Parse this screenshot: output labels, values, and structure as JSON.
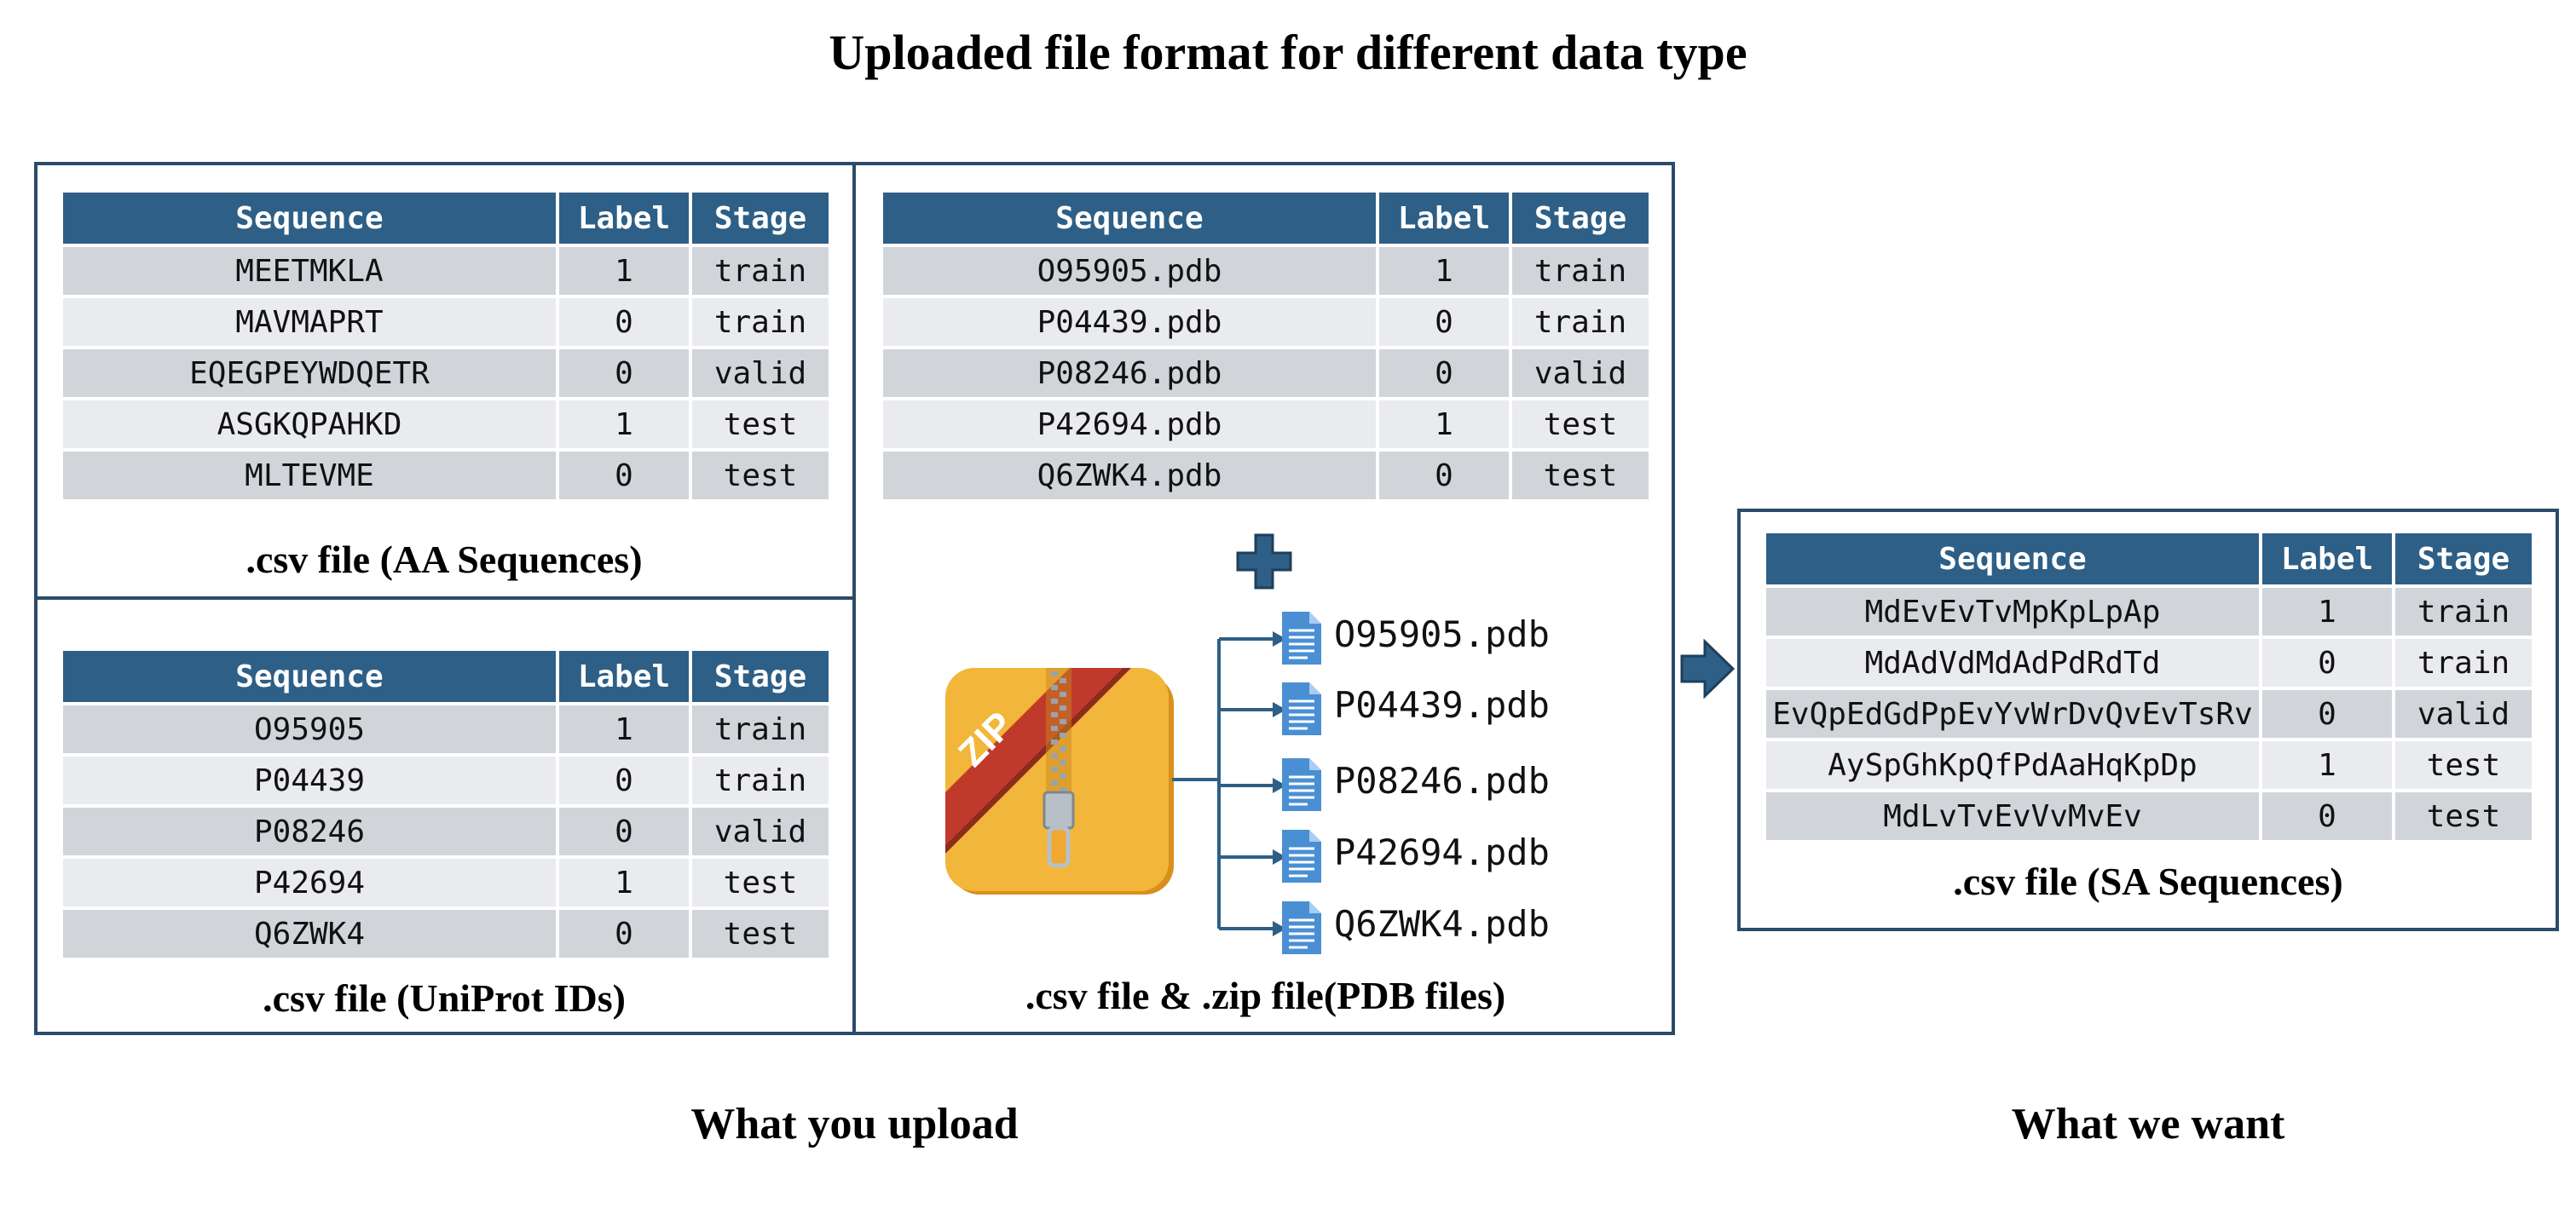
{
  "title": "Uploaded file format for different data type",
  "headers": [
    "Sequence",
    "Label",
    "Stage"
  ],
  "aa_table": {
    "caption": ".csv file (AA Sequences)",
    "rows": [
      [
        "MEETMKLA",
        "1",
        "train"
      ],
      [
        "MAVMAPRT",
        "0",
        "train"
      ],
      [
        "EQEGPEYWDQETR",
        "0",
        "valid"
      ],
      [
        "ASGKQPAHKD",
        "1",
        "test"
      ],
      [
        "MLTEVME",
        "0",
        "test"
      ]
    ]
  },
  "uniprot_table": {
    "caption": ".csv file (UniProt IDs)",
    "rows": [
      [
        "O95905",
        "1",
        "train"
      ],
      [
        "P04439",
        "0",
        "train"
      ],
      [
        "P08246",
        "0",
        "valid"
      ],
      [
        "P42694",
        "1",
        "test"
      ],
      [
        "Q6ZWK4",
        "0",
        "test"
      ]
    ]
  },
  "pdb_table": {
    "caption": ".csv file & .zip file(PDB files)",
    "rows": [
      [
        "O95905.pdb",
        "1",
        "train"
      ],
      [
        "P04439.pdb",
        "0",
        "train"
      ],
      [
        "P08246.pdb",
        "0",
        "valid"
      ],
      [
        "P42694.pdb",
        "1",
        "test"
      ],
      [
        "Q6ZWK4.pdb",
        "0",
        "test"
      ]
    ]
  },
  "zip_label": "ZIP",
  "pdb_files": [
    "O95905.pdb",
    "P04439.pdb",
    "P08246.pdb",
    "P42694.pdb",
    "Q6ZWK4.pdb"
  ],
  "sa_table": {
    "caption": ".csv file (SA Sequences)",
    "rows": [
      [
        "MdEvEvTvMpKpLpAp",
        "1",
        "train"
      ],
      [
        "MdAdVdMdAdPdRdTd",
        "0",
        "train"
      ],
      [
        "EvQpEdGdPpEvYvWrDvQvEvTsRv",
        "0",
        "valid"
      ],
      [
        "AySpGhKpQfPdAaHqKpDp",
        "1",
        "test"
      ],
      [
        "MdLvTvEvVvMvEv",
        "0",
        "test"
      ]
    ]
  },
  "upload_label": "What you upload",
  "want_label": "What we want",
  "colors": {
    "header": "#2e5f86",
    "frame": "#2b4b6a",
    "row_dark": "#d1d5da",
    "row_light": "#e9ebee",
    "zip_yellow": "#f2b63a",
    "zip_ribbon": "#c0392b",
    "file_blue": "#4a8fd4"
  }
}
